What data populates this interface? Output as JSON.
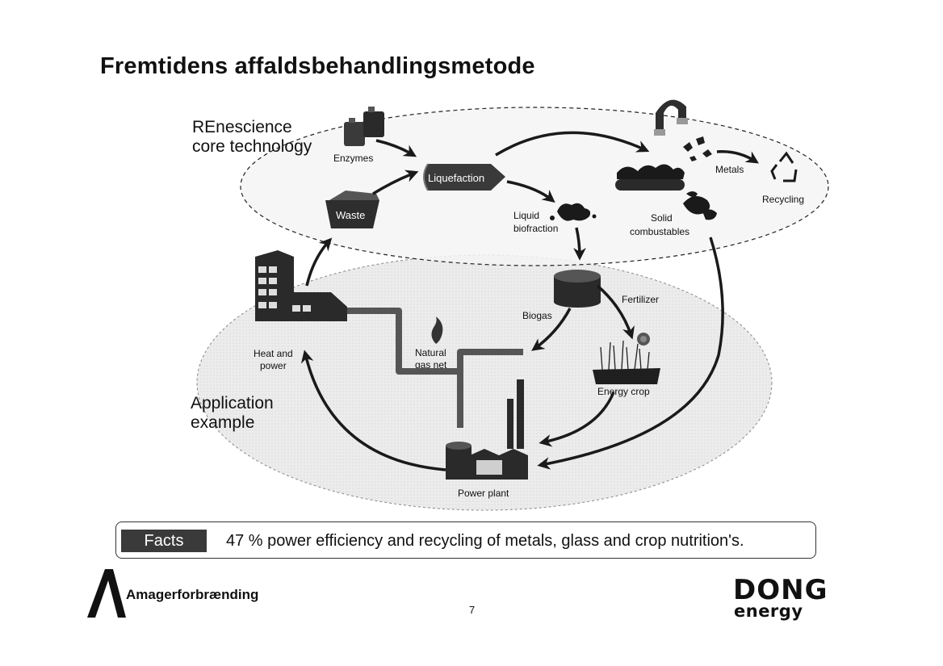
{
  "page": {
    "title": "Fremtidens affaldsbehandlingsmetode",
    "page_number": "7"
  },
  "diagram": {
    "sections": {
      "core_line1": "REnescience",
      "core_line2": "core technology",
      "app_line1": "Application",
      "app_line2": "example"
    },
    "nodes": {
      "enzymes": "Enzymes",
      "waste": "Waste",
      "liquefaction": "Liquefaction",
      "metals": "Metals",
      "recycling": "Recycling",
      "liquid_line1": "Liquid",
      "liquid_line2": "biofraction",
      "solid_line1": "Solid",
      "solid_line2": "combustables",
      "fertilizer": "Fertilizer",
      "biogas": "Biogas",
      "natural_line1": "Natural",
      "natural_line2": "gas net",
      "heat_line1": "Heat and",
      "heat_line2": "power",
      "energy_crop": "Energy crop",
      "power_plant": "Power plant"
    }
  },
  "facts": {
    "label": "Facts",
    "text": "47 % power efficiency and recycling of metals, glass and crop nutrition's."
  },
  "logos": {
    "amager": "Amagerforbrænding",
    "dong": "DONG",
    "energy": "energy"
  },
  "colors": {
    "dark": "#1a1a1a",
    "gray_fill": "#e6e6e6",
    "facts_label_bg": "#3a3a3a"
  }
}
